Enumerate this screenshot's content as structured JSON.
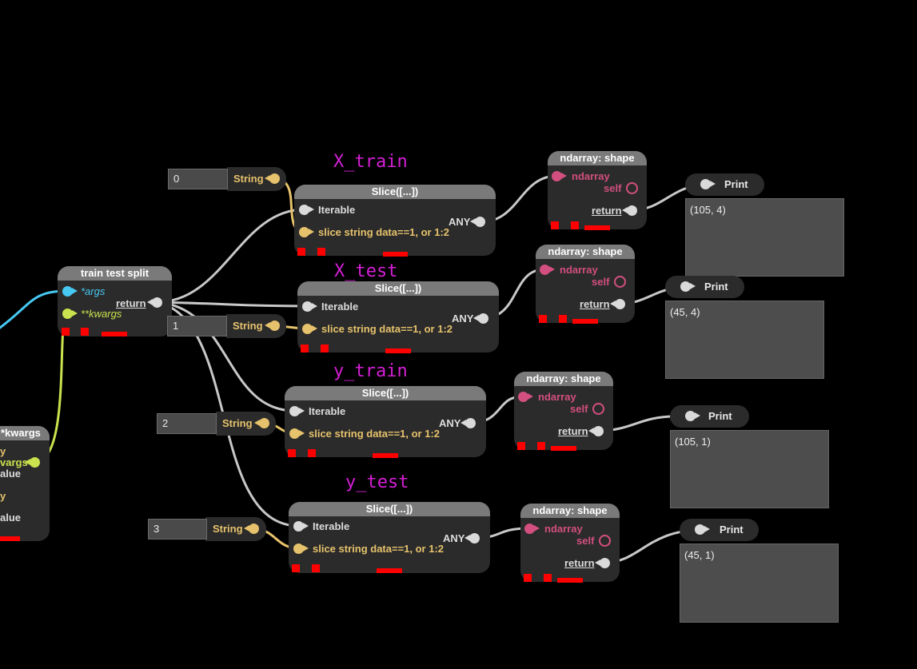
{
  "var_titles": {
    "x_train": "X_train",
    "x_test": "X_test",
    "y_train": "y_train",
    "y_test": "y_test"
  },
  "kwargs_node": {
    "title": "*kwargs",
    "row1": "y",
    "row2": "vargs",
    "row3": "alue",
    "row4": "y",
    "row5": "alue"
  },
  "tts": {
    "title": "train test split",
    "args": "*args",
    "kwargs": "**kwargs",
    "return_label": "return"
  },
  "string_inputs": [
    {
      "value": "0",
      "label": "String"
    },
    {
      "value": "1",
      "label": "String"
    },
    {
      "value": "2",
      "label": "String"
    },
    {
      "value": "3",
      "label": "String"
    }
  ],
  "slice": {
    "title": "Slice([...])",
    "iterable": "Iterable",
    "slice_label": "slice string data==1, or 1:2",
    "any_label": "ANY"
  },
  "shape": {
    "title": "ndarray: shape",
    "ndarray": "ndarray",
    "self": "self",
    "return_label": "return"
  },
  "print": {
    "title": "Print"
  },
  "outputs": [
    "(105, 4)",
    "(45, 4)",
    "(105, 1)",
    "(45, 1)"
  ],
  "colors": {
    "background": "#000000",
    "node": "#2b2b2b",
    "header": "#7a7a7a",
    "wire": "#c8c8c8",
    "string_pin": "#e6c26c",
    "ndarray_pin": "#d34f7f",
    "args_pin": "#46c8f0",
    "kwargs_pin": "#c9e24d",
    "title": "#d51fd5",
    "marker": "#ff0000"
  }
}
